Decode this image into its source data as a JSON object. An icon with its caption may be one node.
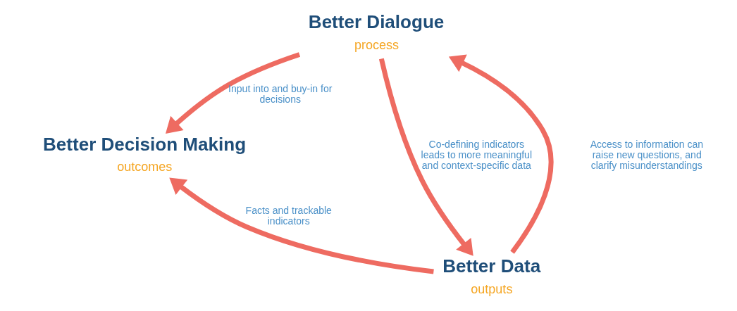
{
  "diagram": {
    "nodes": [
      {
        "text": [
          "Better Dialogue",
          "process"
        ]
      },
      {
        "text": [
          "Better Decision Making",
          "outcomes"
        ]
      },
      {
        "text": [
          "Better Data",
          "outputs"
        ]
      }
    ],
    "edges": [
      {
        "from": 0,
        "to": 1,
        "arrow": "to",
        "label": "Input into and buy-in for decisions"
      },
      {
        "from": 2,
        "to": 1,
        "arrow": "to",
        "label": "Facts and trackable indicators"
      },
      {
        "from": 0,
        "to": 2,
        "arrow": "to",
        "label": "Co-defining indicators leads to more meaningful and context-specific data"
      },
      {
        "from": 2,
        "to": 0,
        "arrow": "to",
        "label": "Access to information can raise new questions, and clarify misunderstandings"
      }
    ]
  }
}
